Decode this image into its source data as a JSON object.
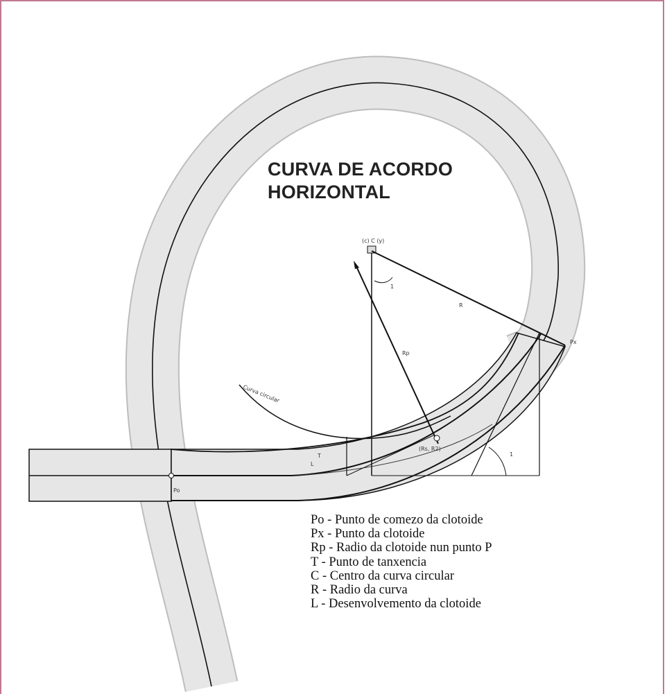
{
  "title": {
    "line1": "CURVA DE ACORDO",
    "line2": "HORIZONTAL"
  },
  "legend": [
    "Po - Punto de comezo da clotoide",
    "Px - Punto da clotoide",
    "Rp - Radio da clotoide nun punto P",
    "T - Punto de tanxencia",
    "C - Centro da curva circular",
    "R - Radio da curva",
    "L - Desenvolvemento da clotoide"
  ],
  "labels": {
    "center": "(c) C (y)",
    "angle": "1",
    "radius": "R",
    "rp": "Rp",
    "px": "Px",
    "p_point": "(Rs, R2)",
    "t": "T",
    "po": "Po",
    "circle_note": "Curva circular",
    "l": "L"
  },
  "colors": {
    "road_fill": "#e6e6e6",
    "line": "#111111",
    "frame": "#c07890"
  }
}
